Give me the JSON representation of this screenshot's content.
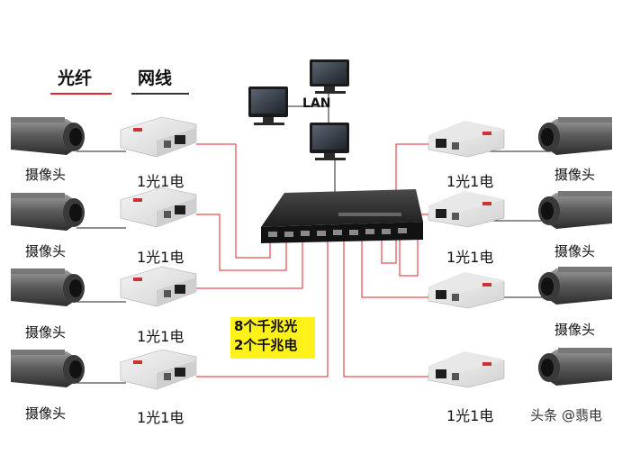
{
  "legend": {
    "fiber_label": "光纤",
    "cable_label": "网线",
    "fiber_color": "#e0262b",
    "cable_color": "#333333"
  },
  "lan": {
    "label": "LAN"
  },
  "cameras": {
    "left": [
      "摄像头",
      "摄像头",
      "摄像头",
      "摄像头"
    ],
    "right": [
      "摄像头",
      "摄像头",
      "摄像头"
    ]
  },
  "converters": {
    "left": [
      "1光1电",
      "1光1电",
      "1光1电",
      "1光1电"
    ],
    "right": [
      "1光1电",
      "1光1电",
      "1光1电"
    ]
  },
  "callout": {
    "line1": "8个千兆光",
    "line2": "2个千兆电",
    "color": "#fff21a"
  },
  "watermark": "头条 @翡电"
}
